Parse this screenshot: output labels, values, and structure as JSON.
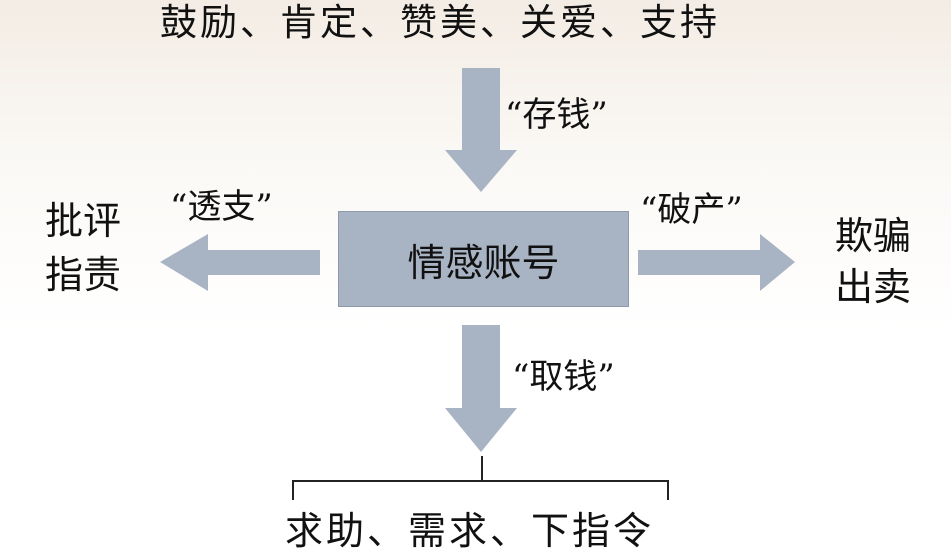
{
  "top_text": "鼓励、肯定、赞美、关爱、支持",
  "center_box": "情感账号",
  "labels": {
    "deposit": "“存钱”",
    "overdraft": "“透支”",
    "bankrupt": "“破产”",
    "withdraw": "“取钱”"
  },
  "left_outcome": [
    "批评",
    "指责"
  ],
  "right_outcome": [
    "欺骗",
    "出卖"
  ],
  "bottom_text": "求助、需求、下指令",
  "colors": {
    "box": "#a8b3c3",
    "arrow": "#a8b3c3"
  }
}
